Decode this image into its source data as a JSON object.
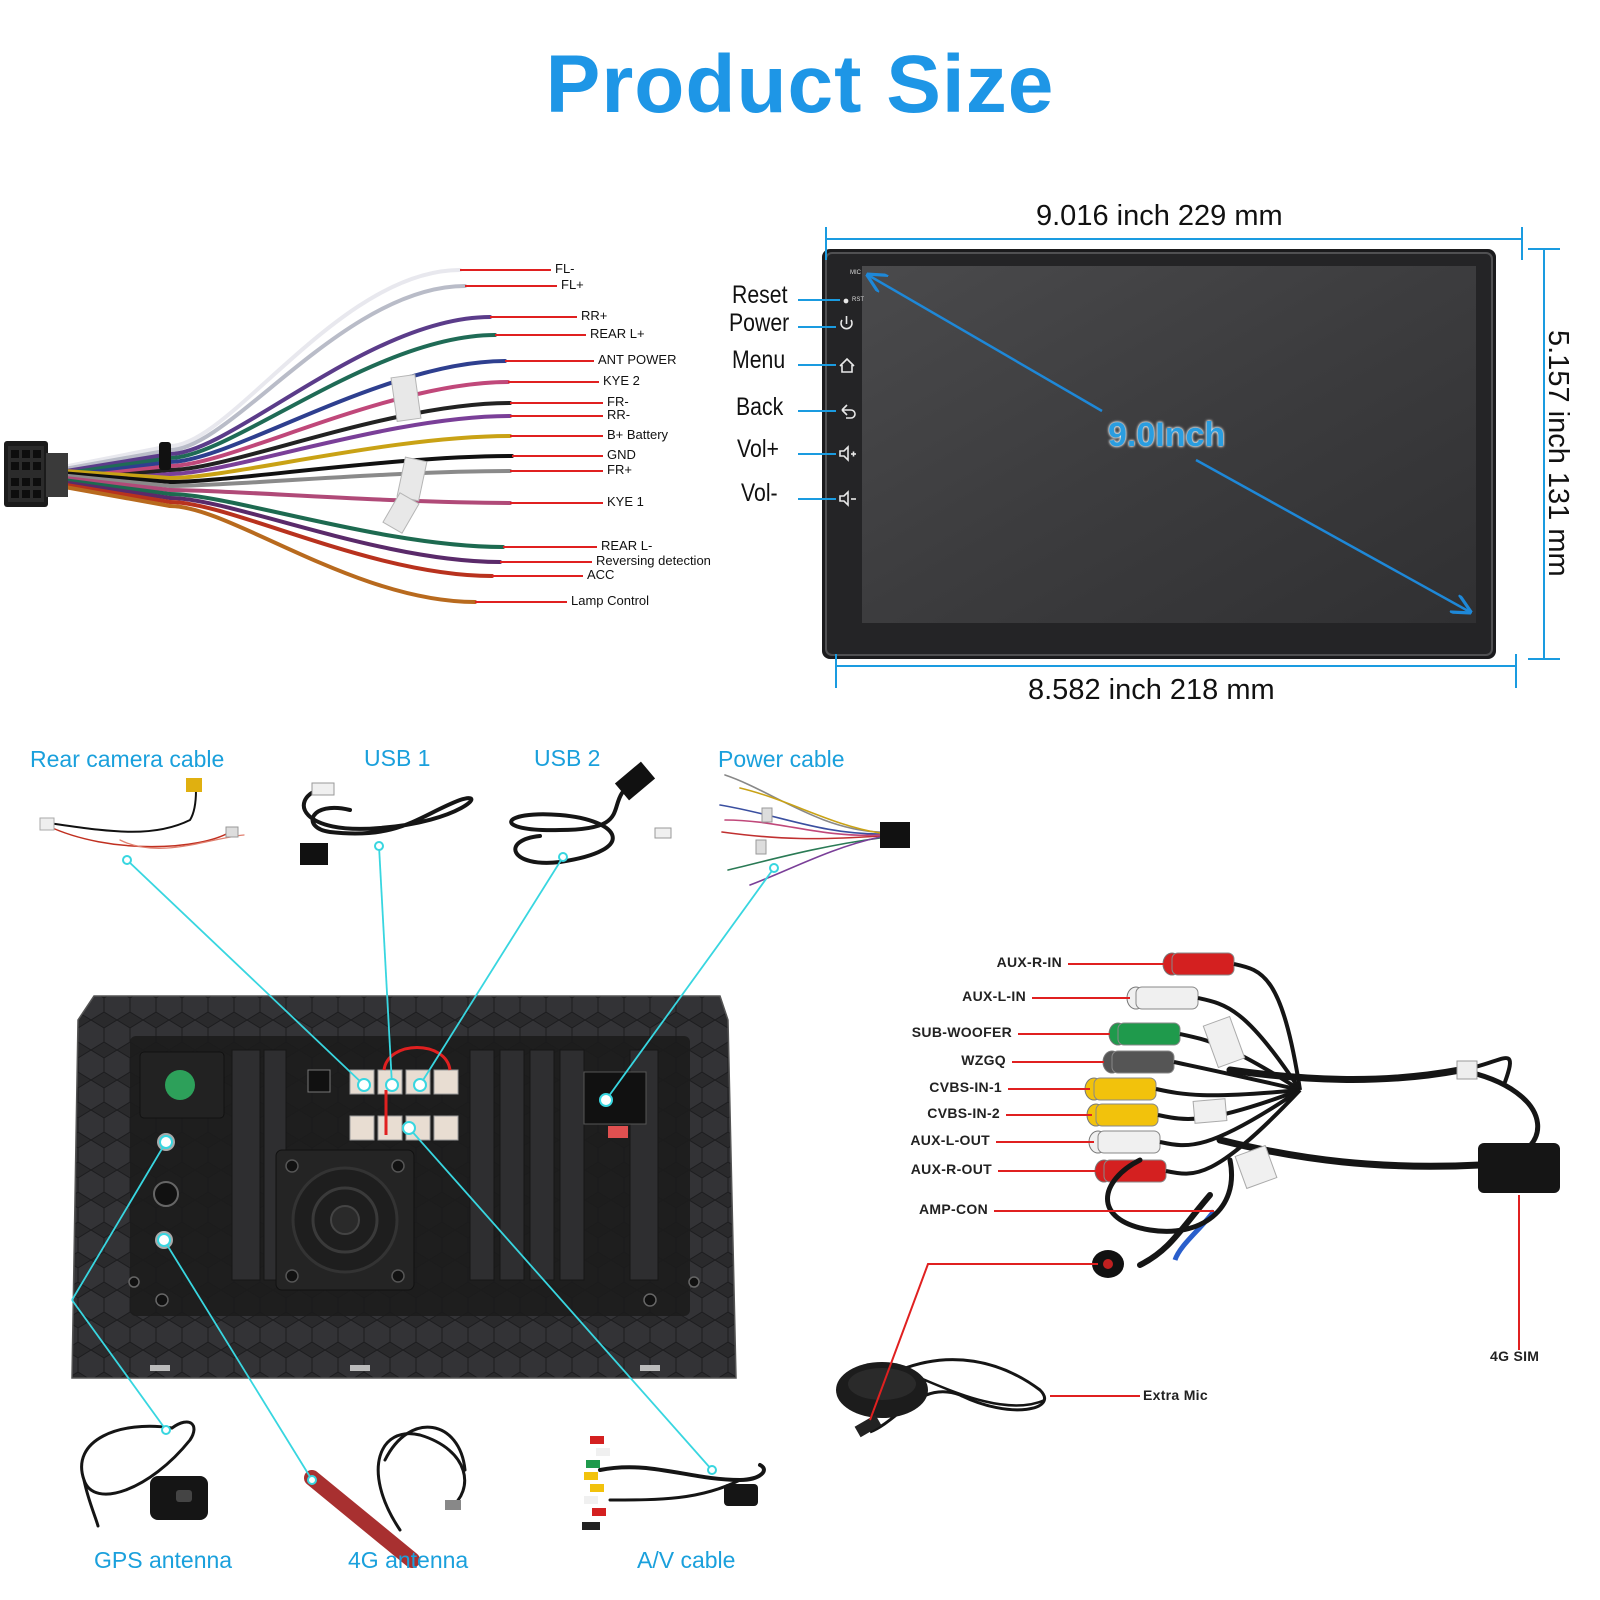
{
  "title": "Product Size",
  "screen": {
    "diagonal": "9.0Inch",
    "top_width": "9.016 inch 229 mm",
    "bottom_width": "8.582 inch 218 mm",
    "height": "5.157 inch 131 mm",
    "tiny_labels": {
      "mic": "MIC",
      "rst": "RST"
    },
    "buttons": [
      {
        "label": "Reset",
        "icon": "reset-dot-icon"
      },
      {
        "label": "Power",
        "icon": "power-icon"
      },
      {
        "label": "Menu",
        "icon": "home-icon"
      },
      {
        "label": "Back",
        "icon": "back-arrow-icon"
      },
      {
        "label": "Vol+",
        "icon": "volume-up-icon"
      },
      {
        "label": "Vol-",
        "icon": "volume-down-icon"
      }
    ]
  },
  "harness": {
    "wires": [
      {
        "label": "FL-",
        "color": "#e8e8ee"
      },
      {
        "label": "FL+",
        "color": "#b9bcc8"
      },
      {
        "label": "RR+",
        "color": "#5b3c8a"
      },
      {
        "label": "REAR L+",
        "color": "#1f6b56"
      },
      {
        "label": "ANT POWER",
        "color": "#2e3f8f"
      },
      {
        "label": "KYE 2",
        "color": "#c0487a"
      },
      {
        "label": "FR-",
        "color": "#222222"
      },
      {
        "label": "RR-",
        "color": "#7a3f98"
      },
      {
        "label": "B+   Battery",
        "color": "#c9a215"
      },
      {
        "label": "GND",
        "color": "#111111"
      },
      {
        "label": "FR+",
        "color": "#8a8a8a"
      },
      {
        "label": "KYE 1",
        "color": "#b04a78"
      },
      {
        "label": "REAR L-",
        "color": "#1d6a50"
      },
      {
        "label": "Reversing detection",
        "color": "#5a2a6a"
      },
      {
        "label": "ACC",
        "color": "#b8321e"
      },
      {
        "label": "Lamp Control",
        "color": "#b86a1e"
      }
    ]
  },
  "accessories": {
    "rear_camera": "Rear camera cable",
    "usb1": "USB 1",
    "usb2": "USB 2",
    "power_cable": "Power cable",
    "gps": "GPS antenna",
    "antenna_4g": "4G antenna",
    "av_cable": "A/V cable"
  },
  "av": {
    "labels": [
      "AUX-R-IN",
      "AUX-L-IN",
      "SUB-WOOFER",
      "WZGQ",
      "CVBS-IN-1",
      "CVBS-IN-2",
      "AUX-L-OUT",
      "AUX-R-OUT",
      "AMP-CON"
    ],
    "plug_colors": [
      "#d42020",
      "#f0f0f0",
      "#1f9a4c",
      "#555555",
      "#f2c20c",
      "#f2c20c",
      "#f0f0f0",
      "#d42020",
      "#2a5fcc"
    ],
    "sim": "4G SIM",
    "mic": "Extra Mic"
  },
  "colors": {
    "accent": "#1e96e6",
    "leader": "#e02020",
    "cyan": "#38d6e0"
  }
}
